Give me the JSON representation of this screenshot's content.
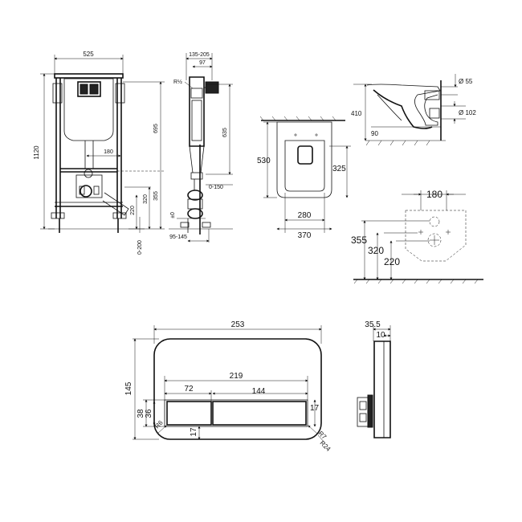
{
  "frame_front": {
    "width": "525",
    "height": "1120",
    "inner_h": "695",
    "pipe_w": "180",
    "h355": "355",
    "h320": "320",
    "h220": "220",
    "adj": "0-200"
  },
  "frame_side": {
    "top_range": "135-205",
    "top_97": "97",
    "thread": "R½",
    "h635": "635",
    "d0150": "0-150",
    "zero": "±0",
    "bottom_range": "95-145"
  },
  "bowl_side": {
    "h410": "410",
    "d55": "Ø 55",
    "d102": "Ø 102",
    "x90": "90"
  },
  "bowl_top": {
    "length": "530",
    "h325": "325",
    "w280": "280",
    "w370": "370"
  },
  "bowl_holes": {
    "w180": "180",
    "h355": "355",
    "h320": "320",
    "h220": "220"
  },
  "plate_front": {
    "width": "253",
    "height": "145",
    "w219": "219",
    "w72": "72",
    "w144": "144",
    "h38": "38",
    "h36": "36",
    "h17a": "17",
    "h17b": "17",
    "r6": "R6",
    "r7": "R7",
    "r24": "R24"
  },
  "plate_side": {
    "d355": "35.5",
    "d10": "10"
  }
}
